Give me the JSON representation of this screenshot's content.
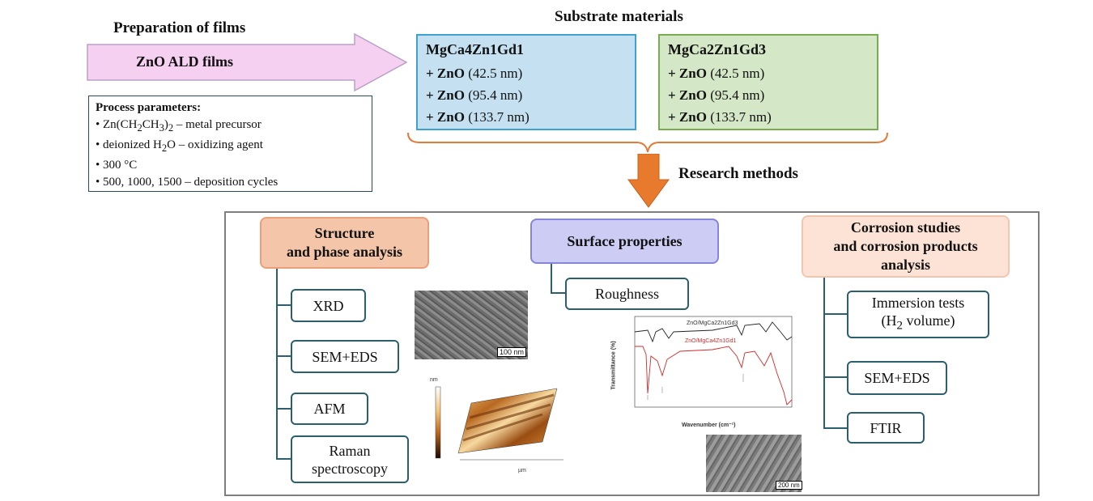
{
  "preparation": {
    "title": "Preparation of films",
    "arrow_label": "ZnO ALD films",
    "process": {
      "heading": "Process parameters:",
      "items": [
        "Zn(CH2CH3)2 – metal precursor",
        "deionized H2O – oxidizing agent",
        "300 °C",
        "500, 1000, 1500 – deposition cycles"
      ]
    }
  },
  "substrates": {
    "title": "Substrate materials",
    "alloys": [
      {
        "name": "MgCa4Zn1Gd1",
        "coatings": [
          {
            "prefix": "+ ZnO",
            "thickness": "(42.5 nm)"
          },
          {
            "prefix": "+ ZnO",
            "thickness": "(95.4 nm)"
          },
          {
            "prefix": "+ ZnO",
            "thickness": "(133.7 nm)"
          }
        ]
      },
      {
        "name": "MgCa2Zn1Gd3",
        "coatings": [
          {
            "prefix": "+ ZnO",
            "thickness": "(42.5 nm)"
          },
          {
            "prefix": "+ ZnO",
            "thickness": "(95.4 nm)"
          },
          {
            "prefix": "+ ZnO",
            "thickness": "(133.7 nm)"
          }
        ]
      }
    ]
  },
  "research": {
    "title": "Research methods",
    "structure": {
      "label_line1": "Structure",
      "label_line2": "and phase analysis",
      "methods": [
        "XRD",
        "SEM+EDS",
        "AFM",
        "Raman spectroscopy"
      ]
    },
    "surface": {
      "label": "Surface properties",
      "methods": [
        "Roughness"
      ]
    },
    "corrosion": {
      "label_line1": "Corrosion studies",
      "label_line2": "and corrosion products",
      "label_line3": "analysis",
      "methods": [
        "Immersion tests (H2 volume)",
        "SEM+EDS",
        "FTIR"
      ]
    }
  },
  "figures": {
    "sem1_scale": "100 nm",
    "sem2_scale": "200 nm",
    "afm_unit": "nm",
    "afm_axis_unit": "µm",
    "ftir_ylabel": "Transmittance (%)",
    "ftir_xlabel": "Wavenumber (cm⁻¹)",
    "ftir_series": [
      "ZnO/MgCa2Zn1Gd3",
      "ZnO/MgCa4Zn1Gd1"
    ]
  },
  "colors": {
    "arrow_pink": "#f5d0f0",
    "arrow_orange": "#e87a2e",
    "blue_box": "#c5e1f1",
    "green_box": "#d4e7c6"
  }
}
